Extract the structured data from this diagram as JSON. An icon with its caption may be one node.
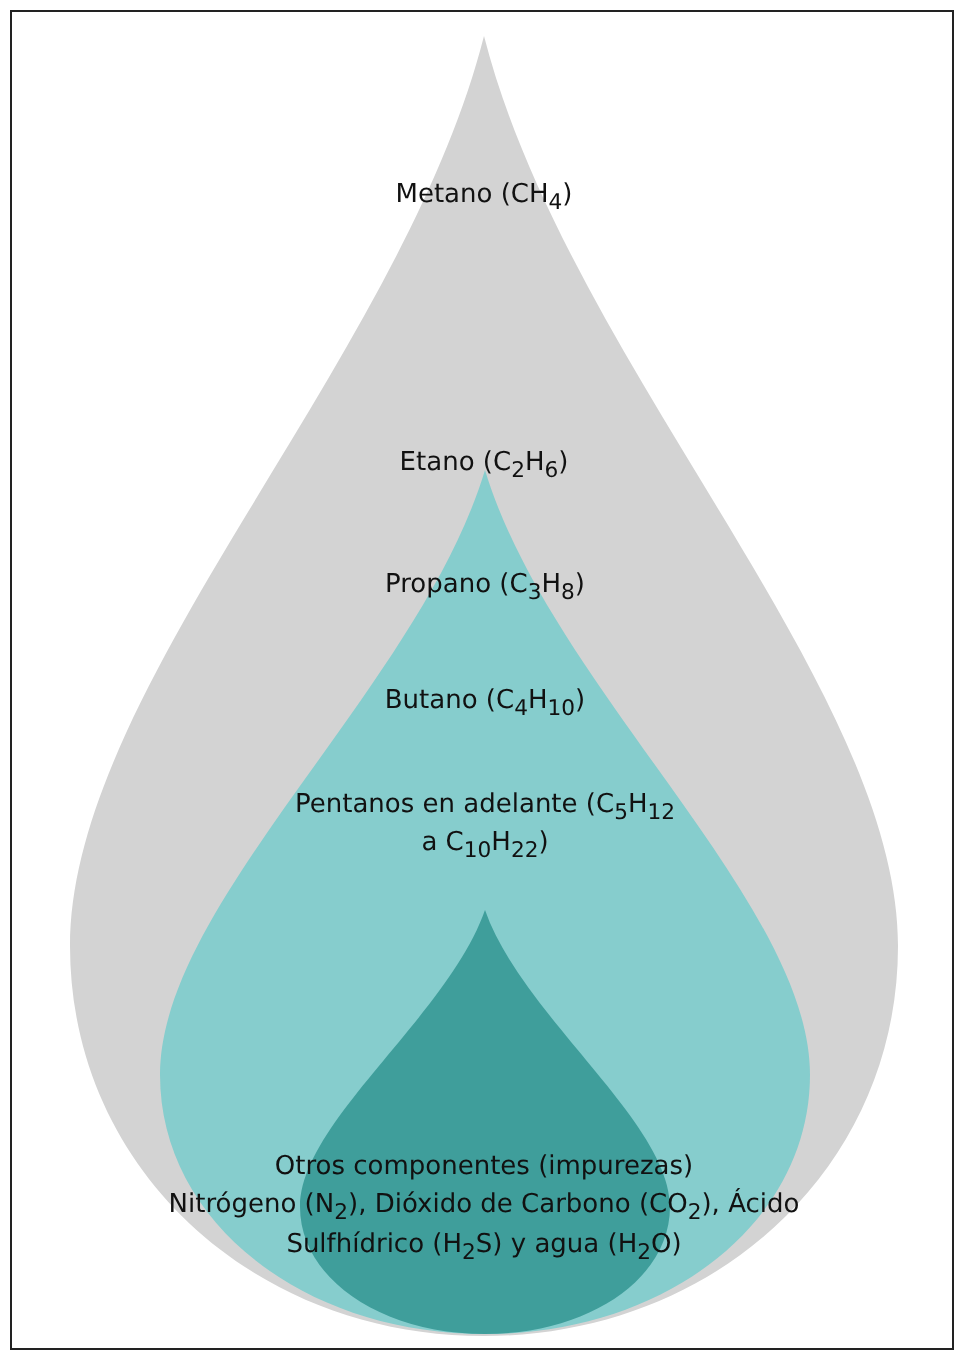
{
  "diagram": {
    "nodes": [
      {
        "text": [
          "Metano (CH$_{4}$)",
          "Etano (C$_{2}$H$_{6}$)"
        ]
      },
      {
        "text": [
          "Propano (C$_{3}$H$_{8}$)",
          "Butano (C$_{4}$H$_{10}$)",
          "Pentanos en adelante (C$_{5}$H$_{12}$ a C$_{10}$H$_{22}$)"
        ],
        "in": 0
      },
      {
        "text": [],
        "shape": "drop",
        "in": 1
      }
    ],
    "edges": [],
    "labels": [
      "Otros componentes (impurezas)",
      "Nitrógeno (N$_{2}$), Dióxido de Carbono (CO$_{2}$), Ácido Sulfhídrico (H$_{2}$S) y agua (H$_{2}$O)"
    ]
  }
}
